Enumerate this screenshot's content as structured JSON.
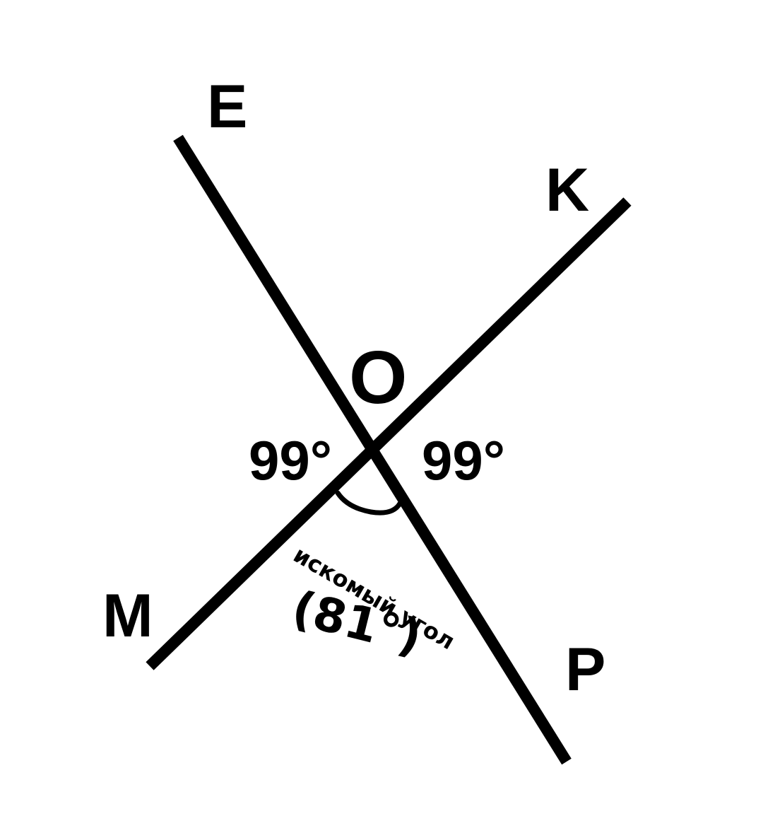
{
  "points": {
    "E": "E",
    "K": "K",
    "O": "O",
    "M": "M",
    "P": "P"
  },
  "angles": {
    "left": "99°",
    "right": "99°"
  },
  "annotation": {
    "caption": "искомый угол",
    "value": "(81°)"
  },
  "colors": {
    "stroke": "#000000",
    "background": "#ffffff"
  }
}
